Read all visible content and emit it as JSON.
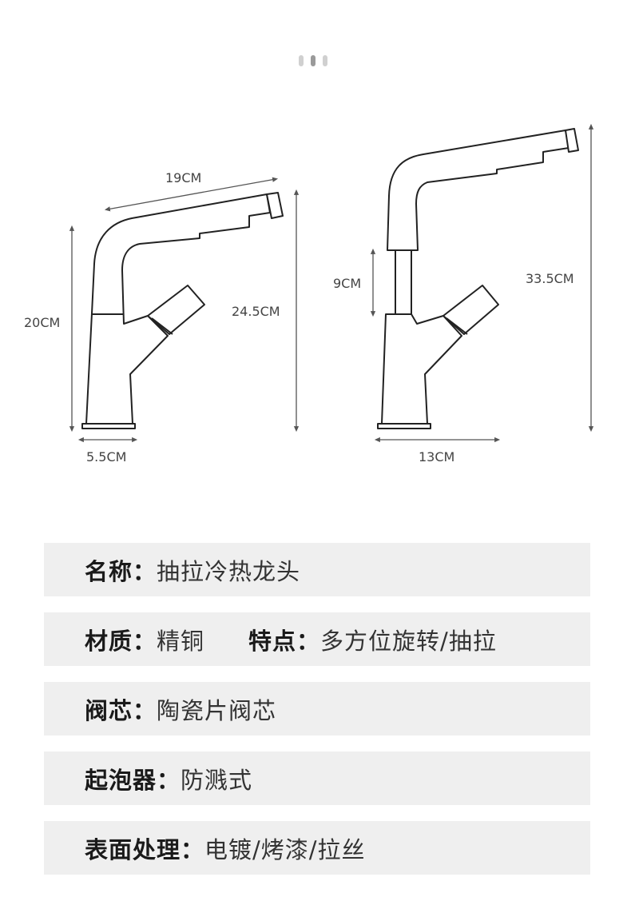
{
  "page_indicator": {
    "dots": 3,
    "active_index": 1,
    "active_color": "#9a9a9a",
    "inactive_color": "#d0d0d0"
  },
  "dimensions": {
    "left_faucet": {
      "spout_length": "19CM",
      "body_height": "20CM",
      "total_height": "24.5CM",
      "base_width": "5.5CM"
    },
    "right_faucet": {
      "extension": "9CM",
      "extended_height": "33.5CM",
      "base_width": "13CM"
    }
  },
  "specs": [
    {
      "label": "名称：",
      "value": "抽拉冷热龙头"
    },
    {
      "label": "材质：",
      "value": "精铜",
      "label2": "特点：",
      "value2": "多方位旋转/抽拉"
    },
    {
      "label": "阀芯：",
      "value": "陶瓷片阀芯"
    },
    {
      "label": "起泡器：",
      "value": "防溅式"
    },
    {
      "label": "表面处理：",
      "value": "电镀/烤漆/拉丝"
    }
  ],
  "colors": {
    "row_bg": "#efefef",
    "line": "#222222",
    "dim_line": "#555555"
  }
}
